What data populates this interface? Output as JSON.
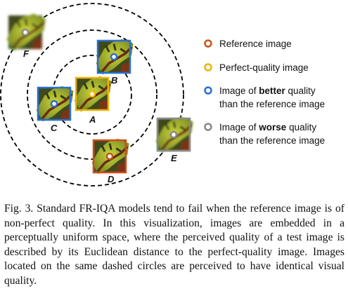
{
  "figure": {
    "images": [
      {
        "id": "F",
        "label": "F",
        "border": ""
      },
      {
        "id": "B",
        "label": "B",
        "border": "#2a6fd1"
      },
      {
        "id": "A",
        "label": "A",
        "border": "#f0b400"
      },
      {
        "id": "C",
        "label": "C",
        "border": "#2a6fd1"
      },
      {
        "id": "E",
        "label": "E",
        "border": "#8a8a8a"
      },
      {
        "id": "D",
        "label": "D",
        "border": "#d24a1a"
      }
    ],
    "legend": [
      {
        "ring": "#c4581c",
        "text": "Reference image"
      },
      {
        "ring": "#f0b400",
        "text": "Perfect-quality image"
      },
      {
        "ring": "#2a6fd1",
        "line1_pre": "Image of ",
        "line1_bold": "better",
        "line1_post": " quality",
        "line2": "than the reference image"
      },
      {
        "ring": "#8a8a8a",
        "line1_pre": "Image of ",
        "line1_bold": "worse",
        "line1_post": " quality",
        "line2": "than the reference image"
      }
    ]
  },
  "caption": "Fig. 3.  Standard FR-IQA models tend to fail when the reference image is of non-perfect quality.  In this visualization, images are embedded in a perceptually uniform space, where the perceived quality of a test image is described by its Euclidean distance to the perfect-quality image. Images located on the same dashed circles are perceived to have identical visual quality."
}
